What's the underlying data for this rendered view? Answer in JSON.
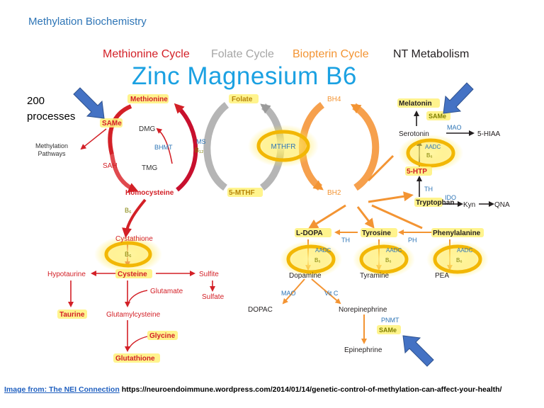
{
  "page_title": "Methylation Biochemistry",
  "legend": {
    "methionine": "Methionine Cycle",
    "folate": "Folate Cycle",
    "biopterin": "Biopterin Cycle",
    "nt": "NT Metabolism"
  },
  "big_title": "Zinc  Magnesium  B6",
  "processes": {
    "line1": "200",
    "line2": "processes"
  },
  "methionine_cycle": {
    "methionine": "Methionine",
    "same": "SAMe",
    "methylation_pathways_1": "Methylation",
    "methylation_pathways_2": "Pathways",
    "sah": "SAH",
    "homocysteine": "Homocysteine",
    "dmg": "DMG",
    "bhmt": "BHMT",
    "tmg": "TMG",
    "ms": "MS",
    "b12": "B₁₂"
  },
  "folate_cycle": {
    "folate": "Folate",
    "mthfr": "MTHFR",
    "five_mthf": "5-MTHF"
  },
  "biopterin_cycle": {
    "bh4": "BH4",
    "bh2": "BH2"
  },
  "transsulfuration": {
    "b6_top": "B₆",
    "cystathione": "Cystathione",
    "b6_mid": "B₆",
    "cysteine": "Cysteine",
    "hypotaurine": "Hypotaurine",
    "taurine": "Taurine",
    "sulfite": "Sulfite",
    "sulfate": "Sulfate",
    "glutamate": "Glutamate",
    "glutamylcysteine": "Glutamylcysteine",
    "glycine": "Glycine",
    "glutathione": "Glutathione"
  },
  "serotonin_pathway": {
    "melatonin": "Melatonin",
    "same": "SAMe",
    "serotonin": "Serotonin",
    "mao": "MAO",
    "five_hiaa": "5-HIAA",
    "aadc": "AADC",
    "b6": "B₆",
    "five_htp": "5-HTP",
    "th": "TH",
    "tryptophan": "Tryptophan",
    "ido": "IDO",
    "kyn": "Kyn",
    "qna": "QNA"
  },
  "catecholamine_pathway": {
    "ldopa": "L-DOPA",
    "tyrosine": "Tyrosine",
    "phenylalanine": "Phenylalanine",
    "th": "TH",
    "ph": "PH",
    "aadc1": "AADC",
    "aadc2": "AADC",
    "aadc3": "AADC",
    "b6_1": "B₆",
    "b6_2": "B₆",
    "b6_3": "B₆",
    "dopamine": "Dopamine",
    "tyramine": "Tyramine",
    "pea": "PEA",
    "mao": "MAO",
    "vitc": "Vit C",
    "dopac": "DOPAC",
    "norepinephrine": "Norepinephrine",
    "pnmt": "PNMT",
    "same": "SAMe",
    "epinephrine": "Epinephrine"
  },
  "footer": {
    "link": "Image from: The NEI Connection",
    "url": "https://neuroendoimmune.wordpress.com/2014/01/14/genetic-control-of-methylation-can-affect-your-health/"
  },
  "colors": {
    "methionine": "#d32027",
    "folate": "#a6a6a6",
    "biopterin": "#f39433",
    "nt": "#231f20",
    "highlight": "#ffe600",
    "ring": "#f2b705",
    "blue_arrow": "#4472c4",
    "title_blue": "#1ba1e2"
  }
}
